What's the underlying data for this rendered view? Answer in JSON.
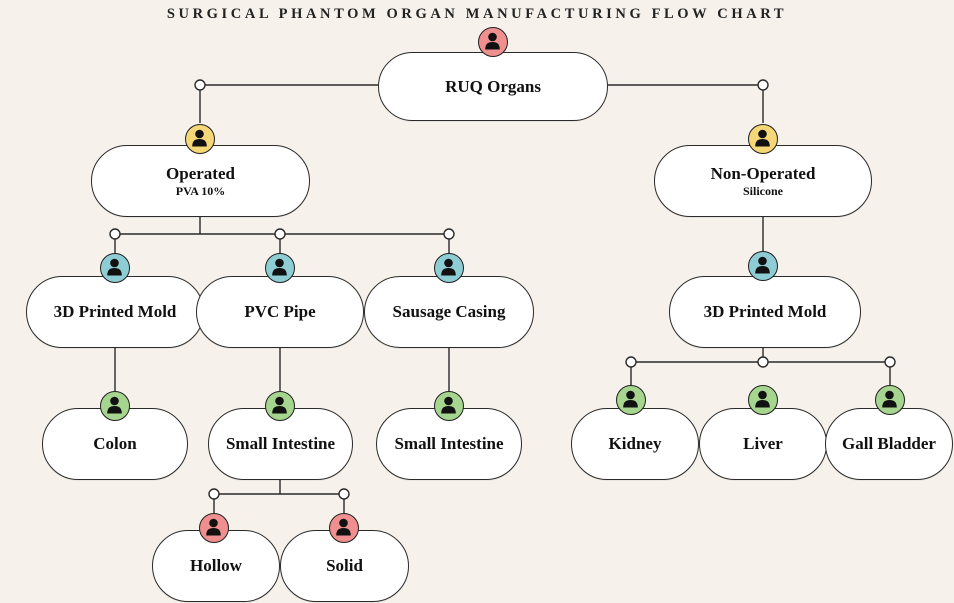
{
  "title": "SURGICAL PHANTOM ORGAN MANUFACTURING FLOW CHART",
  "colors": {
    "red": "#f08f8f",
    "yellow": "#f6d777",
    "teal": "#8ecdd4",
    "green": "#a6d58f",
    "background": "#f6f1ea"
  },
  "icon": "person-icon",
  "nodes": {
    "ruq": {
      "label": "RUQ Organs",
      "badge": "red"
    },
    "operated": {
      "label": "Operated",
      "sub": "PVA 10%",
      "badge": "yellow"
    },
    "non_operated": {
      "label": "Non-Operated",
      "sub": "Silicone",
      "badge": "yellow"
    },
    "mold_left": {
      "label": "3D Printed Mold",
      "badge": "teal"
    },
    "pvc_pipe": {
      "label": "PVC Pipe",
      "badge": "teal"
    },
    "sausage_casing": {
      "label": "Sausage Casing",
      "badge": "teal"
    },
    "mold_right": {
      "label": "3D Printed Mold",
      "badge": "teal"
    },
    "colon": {
      "label": "Colon",
      "badge": "green"
    },
    "small_intestine_1": {
      "label": "Small Intestine",
      "badge": "green"
    },
    "small_intestine_2": {
      "label": "Small Intestine",
      "badge": "green"
    },
    "kidney": {
      "label": "Kidney",
      "badge": "green"
    },
    "liver": {
      "label": "Liver",
      "badge": "green"
    },
    "gall_bladder": {
      "label": "Gall Bladder",
      "badge": "green"
    },
    "hollow": {
      "label": "Hollow",
      "badge": "red"
    },
    "solid": {
      "label": "Solid",
      "badge": "red"
    }
  }
}
